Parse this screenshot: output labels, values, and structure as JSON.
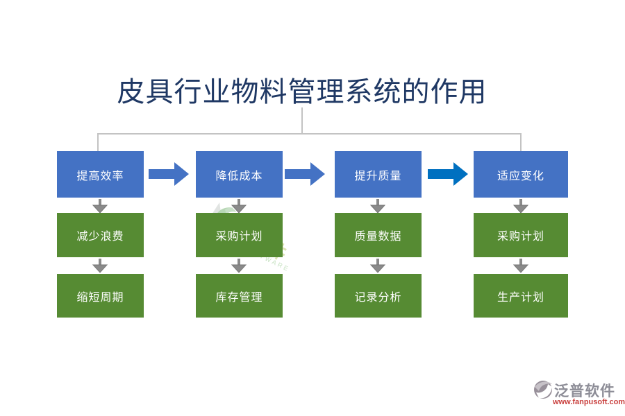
{
  "title": {
    "text": "皮具行业物料管理系统的作用",
    "color": "#1F3864"
  },
  "columns": [
    {
      "top": {
        "label": "提高效率"
      },
      "mid": {
        "label": "减少浪费"
      },
      "bottom": {
        "label": "缩短周期"
      }
    },
    {
      "top": {
        "label": "降低成本"
      },
      "mid": {
        "label": "采购计划"
      },
      "bottom": {
        "label": "库存管理"
      }
    },
    {
      "top": {
        "label": "提升质量"
      },
      "mid": {
        "label": "质量数据"
      },
      "bottom": {
        "label": "记录分析"
      }
    },
    {
      "top": {
        "label": "适应变化"
      },
      "mid": {
        "label": "采购计划"
      },
      "bottom": {
        "label": "生产计划"
      }
    }
  ],
  "colors": {
    "blue_box": "#4472C4",
    "green_box": "#568B33",
    "arrow_blue": "#4472C4",
    "arrow_blue_bright": "#0070C0",
    "arrow_gray": "#8A8A8A",
    "connector_gray": "#C3C3C3",
    "box_text": "#FFFFFF",
    "title_text": "#1F3864"
  },
  "watermark": {
    "text": "泛普软件",
    "subtext": "SOFTWARE"
  },
  "logo": {
    "name": "泛普软件",
    "url": "www.fanpusoft.com"
  }
}
